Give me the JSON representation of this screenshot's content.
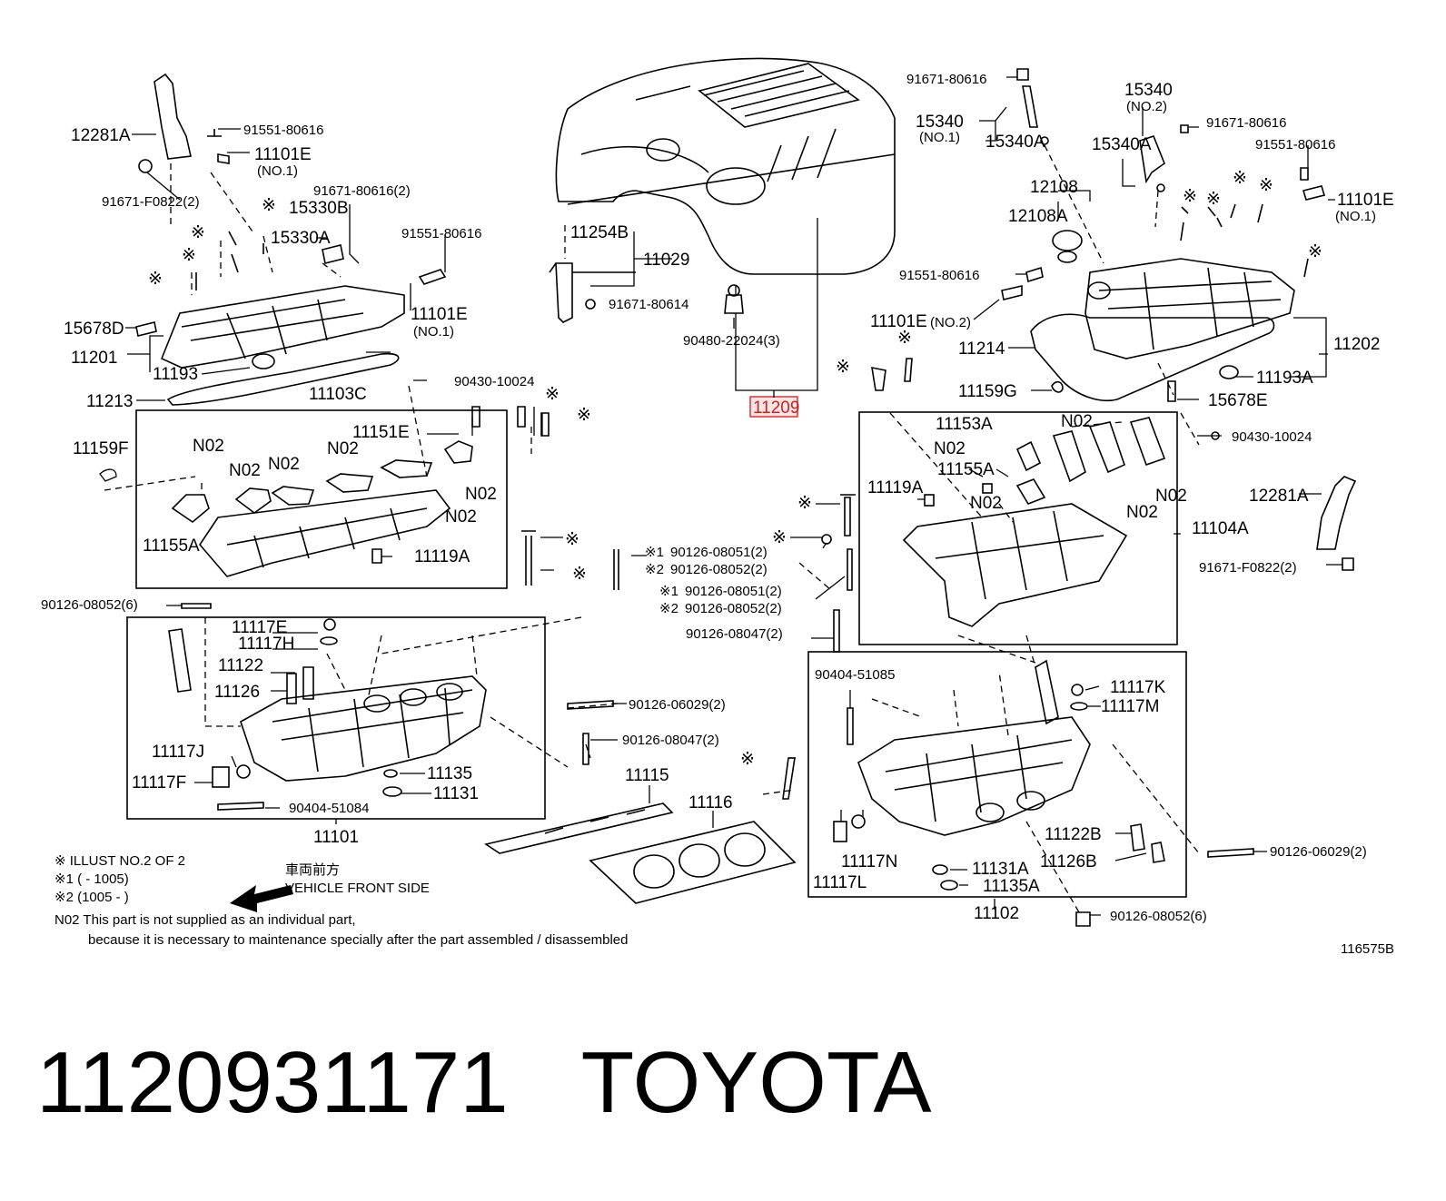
{
  "highlighted_part": "11209",
  "illustration_code": "116575B",
  "footer": {
    "part_number": "1120931171",
    "brand": "TOYOTA"
  },
  "notes": [
    "※ ILLUST NO.2 OF 2",
    "※1 (        - 1005)",
    "※2 (1005 -        )",
    "N02 This part is not supplied as an individual part,",
    "because it is necessary to maintenance specially after the part assembled / disassembled"
  ],
  "front_side": {
    "jp": "車両前方",
    "en": "VEHICLE FRONT SIDE"
  },
  "labels": {
    "l12281A_left": "12281A",
    "l91551_80616_a": "91551-80616",
    "l11101E_a": "11101E",
    "l11101E_a_sub": "(NO.1)",
    "l91671_F0822_a": "91671-F0822(2)",
    "l91671_80616_2": "91671-80616(2)",
    "l15330B": "15330B",
    "l15330A": "15330A",
    "l91551_80616_b": "91551-80616",
    "l11101E_b": "11101E",
    "l11101E_b_sub": "(NO.1)",
    "l15678D": "15678D",
    "l11201": "11201",
    "l11193": "11193",
    "l11213": "11213",
    "l11103C": "11103C",
    "l90430_a": "90430-10024",
    "l11159F": "11159F",
    "l11151E": "11151E",
    "l11155A_a": "11155A",
    "l11119A_a": "11119A",
    "l90126_08052_6a": "90126-08052(6)",
    "l11117E": "11117E",
    "l11117H": "11117H",
    "l11122": "11122",
    "l11126": "11126",
    "l11117J": "11117J",
    "l11117F": "11117F",
    "l11135": "11135",
    "l11131": "11131",
    "l90404_51084": "90404-51084",
    "l11101": "11101",
    "l90126_06029_a": "90126-06029(2)",
    "l90126_08047_a": "90126-08047(2)",
    "l11115": "11115",
    "l11116": "11116",
    "l90126_08051_a": "90126-08051(2)",
    "l90126_08052_a": "90126-08052(2)",
    "l90126_08051_b": "90126-08051(2)",
    "l90126_08052_b": "90126-08052(2)",
    "l90126_08047_b": "90126-08047(2)",
    "l11254B": "11254B",
    "l11029": "11029",
    "l91671_80614": "91671-80614",
    "l90480_22024": "90480-22024(3)",
    "l91671_80616_top": "91671-80616",
    "l15340_a": "15340",
    "l15340_a_sub": "(NO.1)",
    "l15340A_a": "15340A",
    "l15340_b": "15340",
    "l15340_b_sub": "(NO.2)",
    "l15340A_b": "15340A",
    "l91671_80616_r": "91671-80616",
    "l91551_80616_r": "91551-80616",
    "l11101E_r": "11101E",
    "l11101E_r_sub": "(NO.1)",
    "l12108": "12108",
    "l12108A": "12108A",
    "l91551_80616_c": "91551-80616",
    "l11101E_c": "11101E",
    "l11101E_c_sub": "(NO.2)",
    "l11214": "11214",
    "l11202": "11202",
    "l11193A": "11193A",
    "l11159G": "11159G",
    "l15678E": "15678E",
    "l90430_b": "90430-10024",
    "l11153A": "11153A",
    "l11155A_b": "11155A",
    "l11119A_b": "11119A",
    "l11104A": "11104A",
    "l12281A_right": "12281A",
    "l91671_F0822_b": "91671-F0822(2)",
    "l90404_51085": "90404-51085",
    "l11117K": "11117K",
    "l11117M": "11117M",
    "l11122B": "11122B",
    "l11126B": "11126B",
    "l11131A": "11131A",
    "l11135A": "11135A",
    "l11117N": "11117N",
    "l11117L": "11117L",
    "l11102": "11102",
    "l90126_06029_b": "90126-06029(2)",
    "l90126_08052_6b": "90126-08052(6)",
    "n02": "N02",
    "mark": "※",
    "mark1": "※1",
    "mark2": "※2"
  }
}
